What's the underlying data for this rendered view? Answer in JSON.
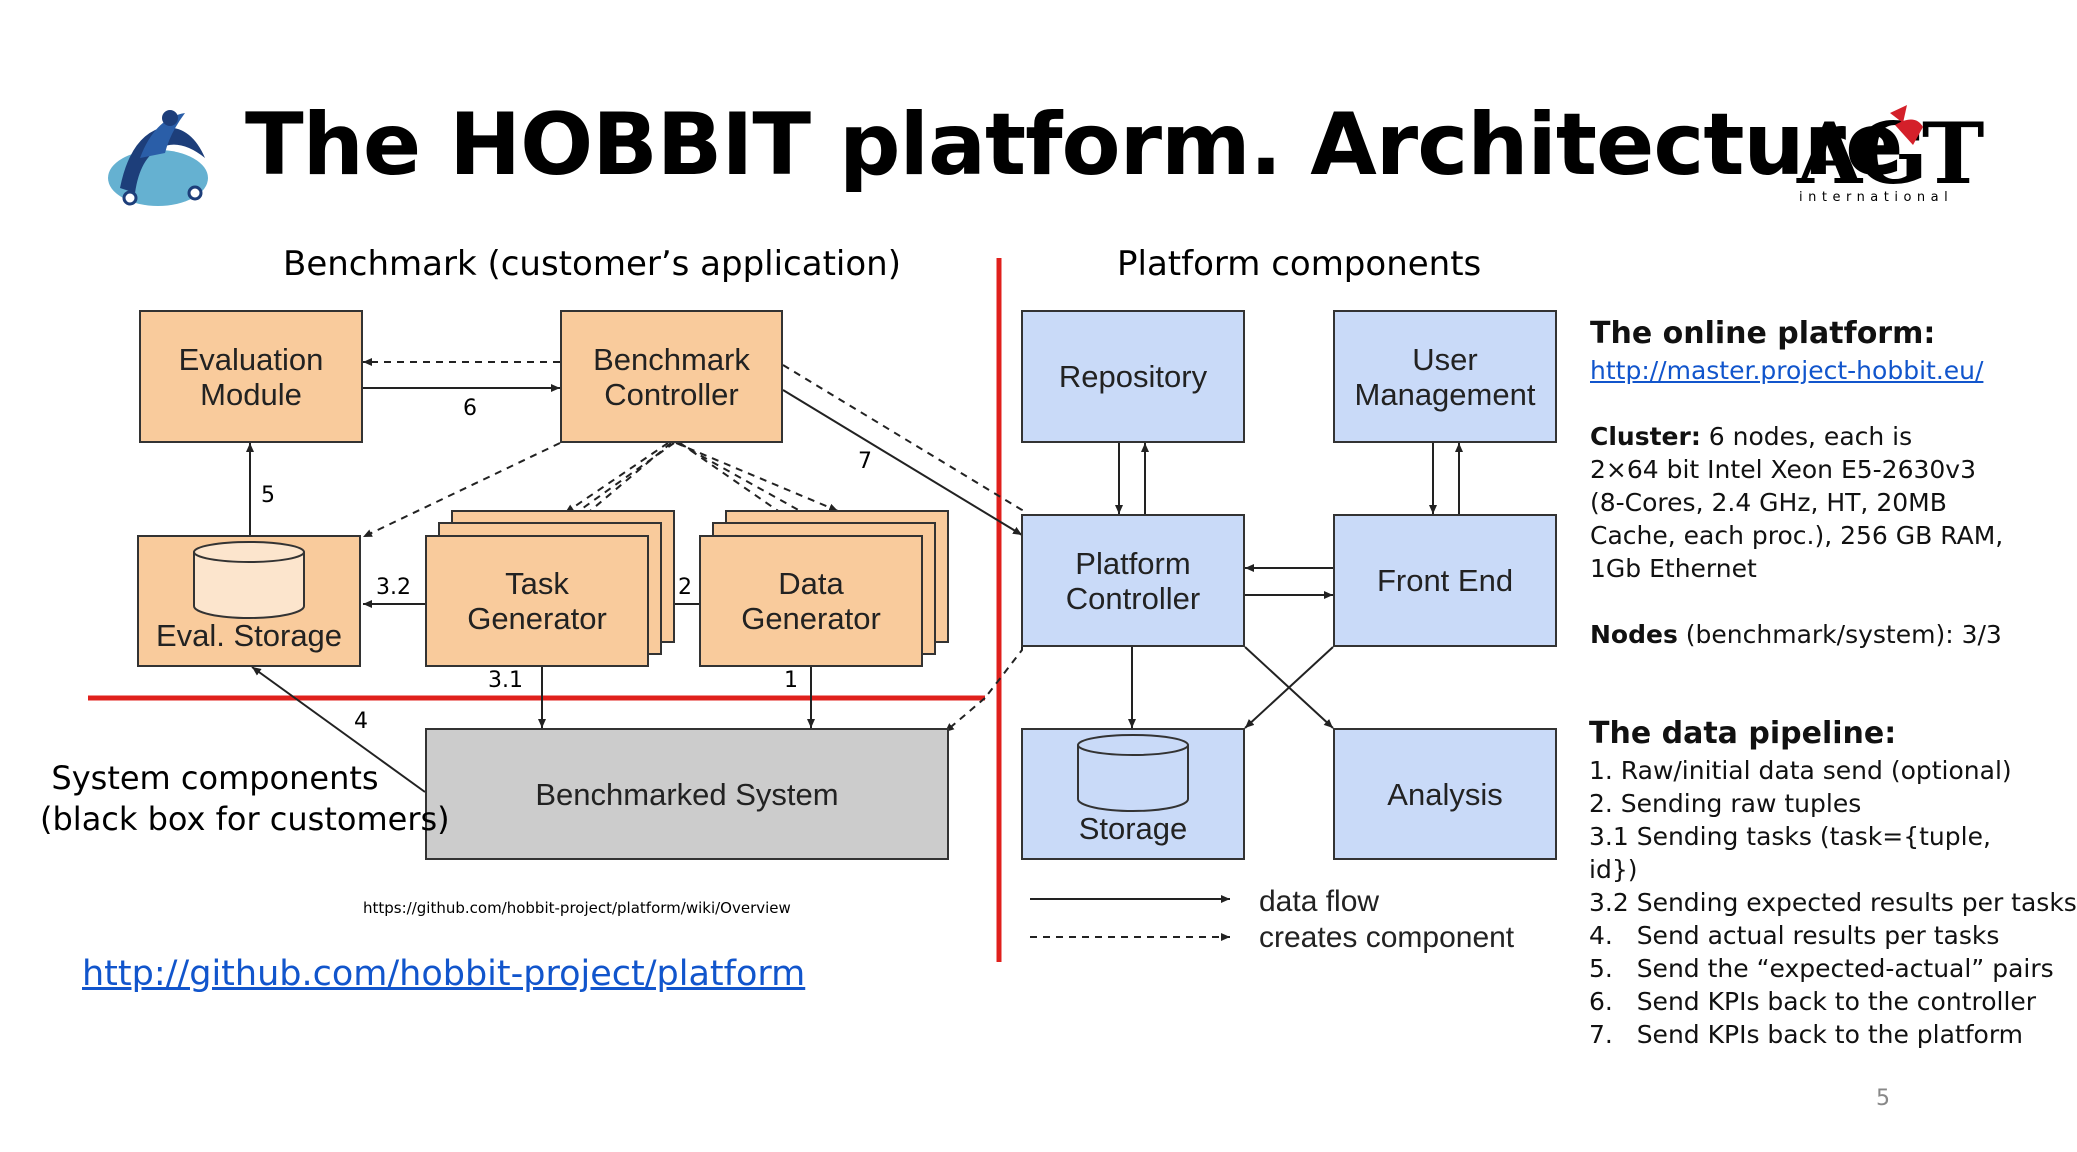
{
  "slide": {
    "title": "The HOBBIT platform. Architecture",
    "page_number": "5",
    "logo_left": "hobbit-logo",
    "logo_right": "AGT international"
  },
  "diagram": {
    "benchmark_header": "Benchmark (customer’s application)",
    "platform_header": "Platform components",
    "system_caption_line1": "System components",
    "system_caption_line2": "(black box for customers)",
    "source_url": "https://github.com/hobbit-project/platform/wiki/Overview",
    "boxes": {
      "evaluation_module": [
        "Evaluation",
        "Module"
      ],
      "benchmark_controller": [
        "Benchmark",
        "Controller"
      ],
      "eval_storage": "Eval. Storage",
      "task_generator": [
        "Task",
        "Generator"
      ],
      "data_generator": [
        "Data",
        "Generator"
      ],
      "benchmarked_system": "Benchmarked System",
      "repository": "Repository",
      "user_management": [
        "User",
        "Management"
      ],
      "platform_controller": [
        "Platform",
        "Controller"
      ],
      "front_end": "Front End",
      "storage": "Storage",
      "analysis": "Analysis"
    },
    "edge_labels": {
      "e6": "6",
      "e7": "7",
      "e5": "5",
      "e32": "3.2",
      "e2": "2",
      "e31": "3.1",
      "e1": "1",
      "e4": "4"
    },
    "legend": {
      "solid": "data flow",
      "dashed": "creates component"
    }
  },
  "main_link": "http://github.com/hobbit-project/platform",
  "online_platform": {
    "heading": "The online platform:",
    "url": "http://master.project-hobbit.eu/",
    "cluster_label": "Cluster:",
    "cluster_lines": [
      " 6 nodes, each is",
      "2×64 bit Intel Xeon E5-2630v3",
      "(8-Cores, 2.4 GHz, HT, 20MB",
      "Cache, each proc.), 256 GB RAM,",
      "1Gb Ethernet"
    ],
    "nodes_label": "Nodes",
    "nodes_value": " (benchmark/system): 3/3"
  },
  "data_pipeline": {
    "heading": "The data pipeline:",
    "items": [
      "1. Raw/initial data send (optional)",
      "2. Sending raw tuples",
      "3.1 Sending tasks (task={tuple, id})",
      "3.2  Sending expected results per tasks",
      "4.   Send actual results per tasks",
      "5.   Send the “expected-actual” pairs",
      "6.   Send KPIs back to the controller",
      "7.   Send KPIs back to the platform"
    ]
  },
  "colors": {
    "orange_box": "#f9cb9c",
    "blue_box": "#c9daf8",
    "gray_box": "#cccccc",
    "red_divider": "#e0201c",
    "link": "#1155cc"
  }
}
